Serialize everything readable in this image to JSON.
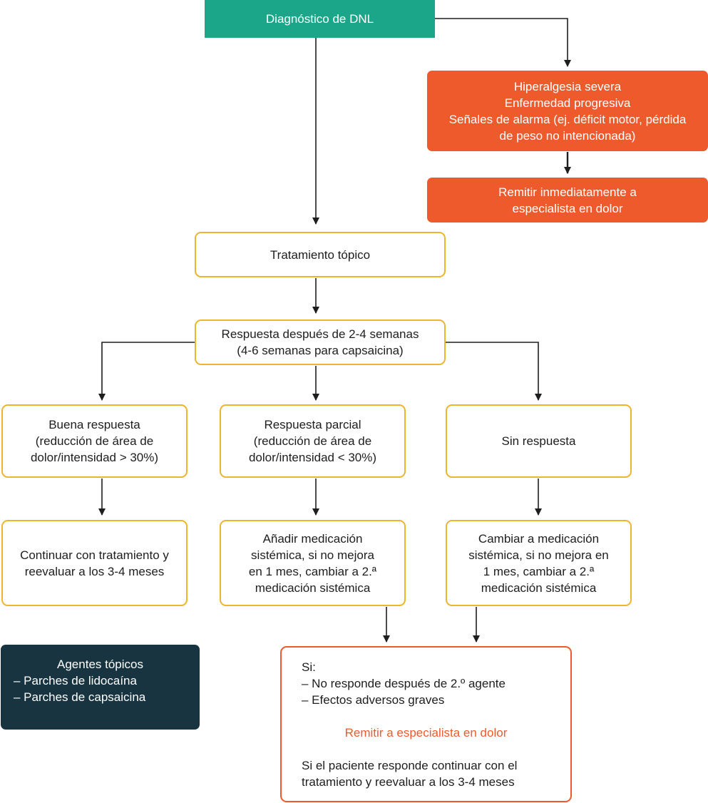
{
  "colors": {
    "teal": "#1ba68a",
    "orange": "#ef5a2c",
    "yellow_border": "#ecb52d",
    "dark_navy": "#173440",
    "arrow": "#1e1e1e"
  },
  "diagnosis": {
    "label": "Diagnóstico de DNL"
  },
  "red_flags": {
    "lines": [
      "Hiperalgesia severa",
      "Enfermedad progresiva",
      "Señales de alarma (ej. déficit motor, pérdida",
      "de peso no intencionada)"
    ]
  },
  "refer_immediately": {
    "lines": [
      "Remitir inmediatamente a",
      "especialista en dolor"
    ]
  },
  "topical_treatment": {
    "label": "Tratamiento tópico"
  },
  "response_check": {
    "lines": [
      "Respuesta después de 2-4 semanas",
      "(4-6 semanas para capsaicina)"
    ]
  },
  "outcomes": {
    "good": {
      "lines": [
        "Buena respuesta",
        "(reducción de área de",
        "dolor/intensidad > 30%)"
      ],
      "action": [
        "Continuar con tratamiento y",
        "reevaluar a los 3-4 meses"
      ]
    },
    "partial": {
      "lines": [
        "Respuesta parcial",
        "(reducción de área de",
        "dolor/intensidad < 30%)"
      ],
      "action": [
        "Añadir medicación",
        "sistémica, si no mejora",
        "en 1 mes, cambiar a 2.ª",
        "medicación sistémica"
      ]
    },
    "none": {
      "lines": [
        "Sin respuesta"
      ],
      "action": [
        "Cambiar a medicación",
        "sistémica, si no mejora en",
        "1 mes, cambiar a 2.ª",
        "medicación sistémica"
      ]
    }
  },
  "topical_agents": {
    "title": "Agentes tópicos",
    "items": [
      "– Parches de lidocaína",
      "– Parches de capsaicina"
    ]
  },
  "final": {
    "intro": "Si:",
    "conditions": [
      "– No responde después de 2.º agente",
      "– Efectos adversos graves"
    ],
    "referral": "Remitir a especialista en dolor",
    "outro": [
      "Si el paciente responde continuar con el",
      "tratamiento y reevaluar a los 3-4 meses"
    ]
  }
}
